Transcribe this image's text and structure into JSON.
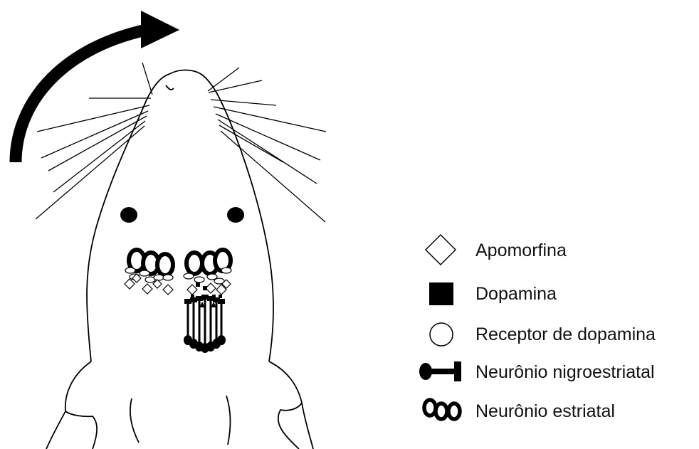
{
  "diagram": {
    "ink_color": "#000000",
    "background_color": "#ffffff",
    "rotation_arrow_icon": "clockwise-curved-arrow",
    "legend": [
      {
        "icon": "diamond-outline-icon",
        "label": "Apomorfina"
      },
      {
        "icon": "black-square-icon",
        "label": "Dopamina"
      },
      {
        "icon": "circle-outline-icon",
        "label": "Receptor de dopamina"
      },
      {
        "icon": "nigrostriatal-neuron-icon",
        "label": "Neurônio nigroestriatal"
      },
      {
        "icon": "striatal-neuron-icon",
        "label": "Neurônio estriatal"
      }
    ]
  }
}
